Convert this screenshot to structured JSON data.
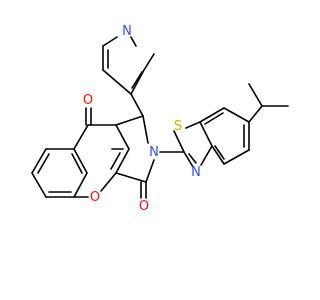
{
  "atoms": {
    "oxo_top": {
      "label": "O",
      "color": "#ff0d0d"
    },
    "oxo_right": {
      "label": "O",
      "color": "#ff0d0d"
    },
    "ring_oxygen": {
      "label": "O",
      "color": "#ff0d0d"
    },
    "imide_nitrogen": {
      "label": "N",
      "color": "#3050f8"
    },
    "pyridine_nitrogen": {
      "label": "N",
      "color": "#3050f8"
    },
    "thiazole_sulfur": {
      "label": "S",
      "color": "#c8b400"
    },
    "thiazole_nitrogen": {
      "label": "N",
      "color": "#3050f8"
    }
  },
  "colors": {
    "bond": "#000000",
    "background": "#ffffff"
  }
}
